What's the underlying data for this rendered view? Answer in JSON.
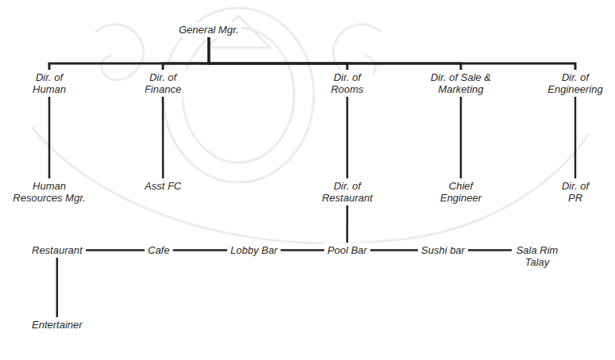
{
  "diagram": {
    "nodes": [
      {
        "text": [
          "General Mgr."
        ]
      },
      {
        "text": [
          "Dir. of Human"
        ]
      },
      {
        "text": [
          "Dir. of Finance"
        ]
      },
      {
        "text": [
          "Dir. of Rooms"
        ]
      },
      {
        "text": [
          "Dir. of Sale & Marketing"
        ]
      },
      {
        "text": [
          "Dir. of Engineering"
        ]
      },
      {
        "text": [
          "Human Resources Mgr."
        ]
      },
      {
        "text": [
          "Asst FC"
        ]
      },
      {
        "text": [
          "Dir. of Restaurant"
        ]
      },
      {
        "text": [
          "Chief Engineer"
        ]
      },
      {
        "text": [
          "Dir. of PR"
        ]
      },
      {
        "text": [
          "Restaurant"
        ]
      },
      {
        "text": [
          "Cafe"
        ]
      },
      {
        "text": [
          "Lobby Bar"
        ]
      },
      {
        "text": [
          "Pool Bar"
        ]
      },
      {
        "text": [
          "Sushi bar"
        ]
      },
      {
        "text": [
          "Sala Rim Talay"
        ]
      },
      {
        "text": [
          "Entertainer"
        ]
      }
    ],
    "edges": [
      {
        "from": 0,
        "to": 1,
        "arrow": "none"
      },
      {
        "from": 0,
        "to": 2,
        "arrow": "none"
      },
      {
        "from": 0,
        "to": 3,
        "arrow": "none"
      },
      {
        "from": 0,
        "to": 4,
        "arrow": "none"
      },
      {
        "from": 0,
        "to": 5,
        "arrow": "none"
      },
      {
        "from": 1,
        "to": 6,
        "arrow": "none"
      },
      {
        "from": 2,
        "to": 7,
        "arrow": "none"
      },
      {
        "from": 3,
        "to": 8,
        "arrow": "none"
      },
      {
        "from": 4,
        "to": 9,
        "arrow": "none"
      },
      {
        "from": 5,
        "to": 10,
        "arrow": "none"
      },
      {
        "from": 8,
        "to": 14,
        "arrow": "none"
      },
      {
        "from": 11,
        "to": 12,
        "arrow": "none"
      },
      {
        "from": 12,
        "to": 13,
        "arrow": "none"
      },
      {
        "from": 13,
        "to": 14,
        "arrow": "none"
      },
      {
        "from": 14,
        "to": 15,
        "arrow": "none"
      },
      {
        "from": 15,
        "to": 16,
        "arrow": "none"
      },
      {
        "from": 11,
        "to": 17,
        "arrow": "none"
      }
    ]
  }
}
